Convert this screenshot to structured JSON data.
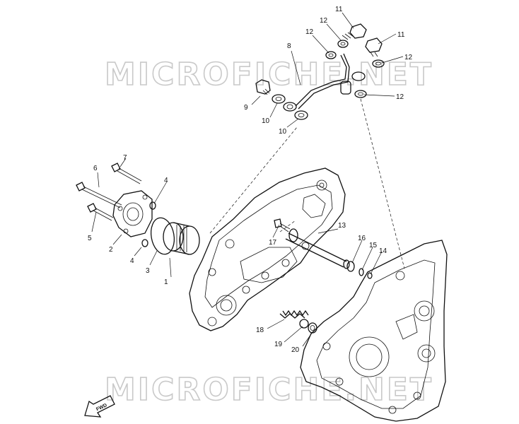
{
  "watermark": {
    "text": "MICROFICHE.NET"
  },
  "fwd_label": "FWD",
  "callouts": [
    {
      "id": "c1",
      "label": "1"
    },
    {
      "id": "c2",
      "label": "2"
    },
    {
      "id": "c3",
      "label": "3"
    },
    {
      "id": "c4a",
      "label": "4"
    },
    {
      "id": "c4b",
      "label": "4"
    },
    {
      "id": "c5",
      "label": "5"
    },
    {
      "id": "c6",
      "label": "6"
    },
    {
      "id": "c7",
      "label": "7"
    },
    {
      "id": "c8",
      "label": "8"
    },
    {
      "id": "c9",
      "label": "9"
    },
    {
      "id": "c10a",
      "label": "10"
    },
    {
      "id": "c10b",
      "label": "10"
    },
    {
      "id": "c11a",
      "label": "11"
    },
    {
      "id": "c11b",
      "label": "11"
    },
    {
      "id": "c12a",
      "label": "12"
    },
    {
      "id": "c12b",
      "label": "12"
    },
    {
      "id": "c12c",
      "label": "12"
    },
    {
      "id": "c12d",
      "label": "12"
    },
    {
      "id": "c13",
      "label": "13"
    },
    {
      "id": "c14",
      "label": "14"
    },
    {
      "id": "c15",
      "label": "15"
    },
    {
      "id": "c16",
      "label": "16"
    },
    {
      "id": "c17",
      "label": "17"
    },
    {
      "id": "c18",
      "label": "18"
    },
    {
      "id": "c19",
      "label": "19"
    },
    {
      "id": "c20",
      "label": "20"
    }
  ]
}
